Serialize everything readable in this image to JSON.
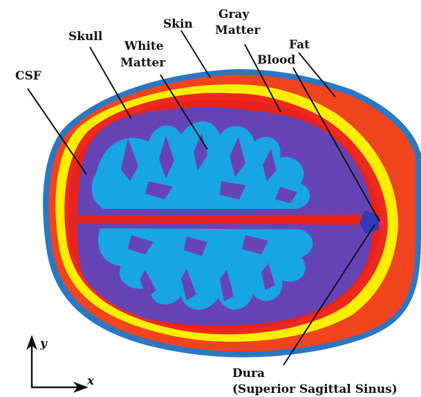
{
  "diagram": {
    "labels": {
      "csf": "CSF",
      "skull": "Skull",
      "white_matter_1": "White",
      "white_matter_2": "Matter",
      "skin": "Skin",
      "gray_matter_1": "Gray",
      "gray_matter_2": "Matter",
      "fat": "Fat",
      "blood": "Blood",
      "dura_1": "Dura",
      "dura_2": "(Superior Sagittal Sinus)"
    },
    "axes": {
      "y": "y",
      "x": "x"
    },
    "tissue_colors": {
      "skin": "#2a77c4",
      "fat": "#f0431e",
      "skull": "#ffee00",
      "dura": "#ee2a1e",
      "csf": "#e8231e",
      "gray_matter": "#6644b6",
      "white_matter": "#17a6e2",
      "blood": "#ff1f6a",
      "sinus": "#2e3ab8"
    }
  }
}
